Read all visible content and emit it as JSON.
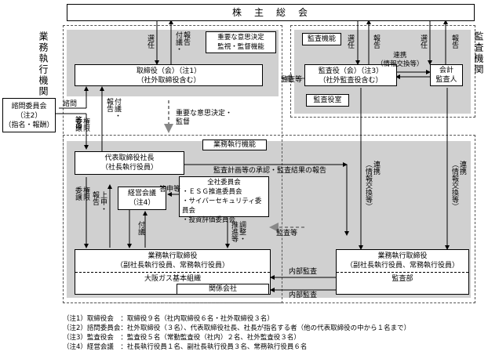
{
  "shareholders": "株　主　総　会",
  "exec_org_title": "業務執行機関",
  "audit_org_title": "監査機関",
  "board": {
    "label": "重要な意思決定\n監視・監督機能",
    "name": "取締役（会）（注1）",
    "sub": "（社外取締役含む）"
  },
  "audit_function_label": "監査機能",
  "auditors": {
    "name": "監査役（会）（注3）",
    "sub": "（社外監査役含む）"
  },
  "audit_office": "監査役室",
  "accounting_auditor": "会計\n監査人",
  "nomination_committee": {
    "name": "諮問委員会",
    "note": "（注2）",
    "sub": "（指名・報酬）"
  },
  "exec_function_label": "業務執行機能",
  "president": {
    "name": "代表取締役社長",
    "sub": "（社長執行役員）"
  },
  "management_meeting": {
    "name": "経営会議",
    "note": "（注4）"
  },
  "company_committees": {
    "title": "全社委員会",
    "items": [
      "・ＥＳＧ推進委員会",
      "・サイバーセキュリティ委員会",
      "・投資評価委員会"
    ]
  },
  "exec_directors": {
    "name": "業務執行取締役",
    "sub": "（副社長執行役員、常務執行役員）"
  },
  "osaka_gas": "大阪ガス基本組織",
  "affiliates": "関係会社",
  "audit_exec": {
    "name": "業務執行取締役",
    "sub": "（副社長執行役員、常務執行役員）",
    "dept": "監査部"
  },
  "flow_labels": {
    "elect1": "選任",
    "report1": "報告\n付議・",
    "elect2": "選任",
    "report2": "報告",
    "elect3": "選任",
    "report3": "報告",
    "collab1": "連携\n（情報交換等）",
    "audit_etc1": "監査等",
    "audit_etc2": "監査等",
    "consult": "諮問",
    "report_consult": "答申",
    "important": "重要な意思決定・\n監督",
    "delegate1": "権限\n委譲",
    "submit1": "付議・\n報告",
    "plan_approval": "監査計画等の承認・監査結果の報告",
    "collab2": "連携\n（情報交換等）",
    "collab3": "連携\n（情報交換等）",
    "delegate2": "権限\n委譲",
    "report_up": "上申・\n報告",
    "submit2": "付議",
    "reply": "答申等",
    "coord": "調整・\n推進等",
    "internal1": "内部監査",
    "internal2": "内部監査"
  },
  "notes": [
    "（注1）取締役会　：取締役９名（社内取締役６名・社外取締役３名）",
    "（注2）諮問委員会：社外取締役（３名）、代表取締役社長、社長が指名する者（他の代表取締役の中から１名まで）",
    "（注3）監査役会　：監査役５名（常勤監査役（社内）２名、社外監査役３名）",
    "（注4）経営会議　：社長執行役員１名、副社長執行役員３名、常務執行役員６名"
  ]
}
